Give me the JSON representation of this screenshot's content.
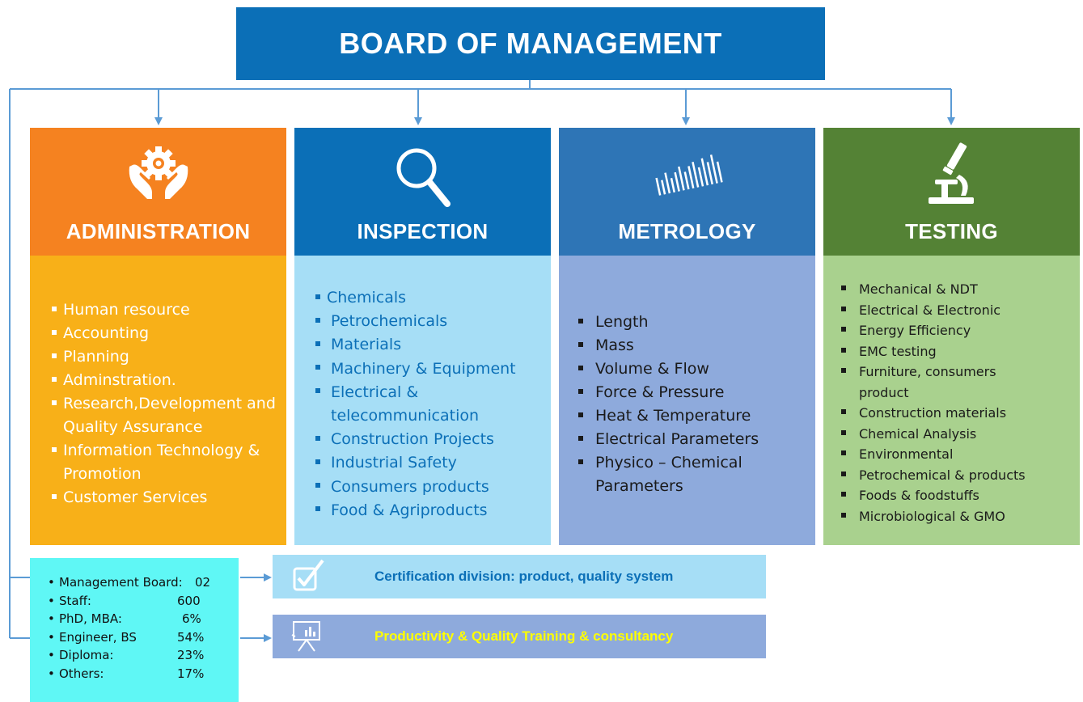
{
  "board": {
    "title": "BOARD OF MANAGEMENT"
  },
  "colors": {
    "board": "#0b6fb7",
    "administration_head": "#f58220",
    "administration_body": "#f8b018",
    "inspection_head": "#0b6fb7",
    "inspection_body": "#a6def6",
    "metrology_head": "#2e75b6",
    "metrology_body": "#8eaadc",
    "testing_head": "#548235",
    "testing_body": "#a9d18e",
    "stats_box": "#5ff7f5",
    "certification_bar": "#a6def6",
    "training_bar": "#8eaadc",
    "connector": "#5b9bd5"
  },
  "columns": {
    "administration": {
      "title": "ADMINISTRATION",
      "icon": "gear-hands-icon",
      "items": [
        "Human resource",
        "Accounting",
        "Planning",
        "Adminstration.",
        "Research,Development and Quality Assurance",
        "Information Technology & Promotion",
        "Customer Services"
      ]
    },
    "inspection": {
      "title": "INSPECTION",
      "icon": "magnifier-icon",
      "items": [
        "Chemicals",
        "Petrochemicals",
        "Materials",
        "Machinery & Equipment",
        "Electrical & telecommunication",
        "Construction Projects",
        "Industrial Safety",
        "Consumers products",
        "Food & Agriproducts"
      ]
    },
    "metrology": {
      "title": "METROLOGY",
      "icon": "ruler-scale-icon",
      "items": [
        "Length",
        "Mass",
        "Volume & Flow",
        "Force &  Pressure",
        "Heat & Temperature",
        "Electrical Parameters",
        "Physico – Chemical Parameters"
      ]
    },
    "testing": {
      "title": "TESTING",
      "icon": "microscope-icon",
      "items": [
        "Mechanical & NDT",
        "Electrical & Electronic",
        "Energy Efficiency",
        "EMC testing",
        "Furniture, consumers product",
        "Construction materials",
        "Chemical Analysis",
        "Environmental",
        "Petrochemical & products",
        "Foods & foodstuffs",
        "Microbiological & GMO"
      ]
    }
  },
  "stats": [
    {
      "label": "Management Board:",
      "value": "02"
    },
    {
      "label": "Staff:",
      "value": "600"
    },
    {
      "label": "PhD, MBA:",
      "value": "6%"
    },
    {
      "label": "Engineer, BS",
      "value": "54%"
    },
    {
      "label": "Diploma:",
      "value": "23%"
    },
    {
      "label": "Others:",
      "value": "17%"
    }
  ],
  "divisions": {
    "certification": {
      "label": "Certification division: product, quality system",
      "icon": "checkbox-icon",
      "text_color": "#0b6fb7"
    },
    "training": {
      "label": "Productivity & Quality Training & consultancy",
      "icon": "presentation-board-icon",
      "text_color": "#ffff00"
    }
  }
}
